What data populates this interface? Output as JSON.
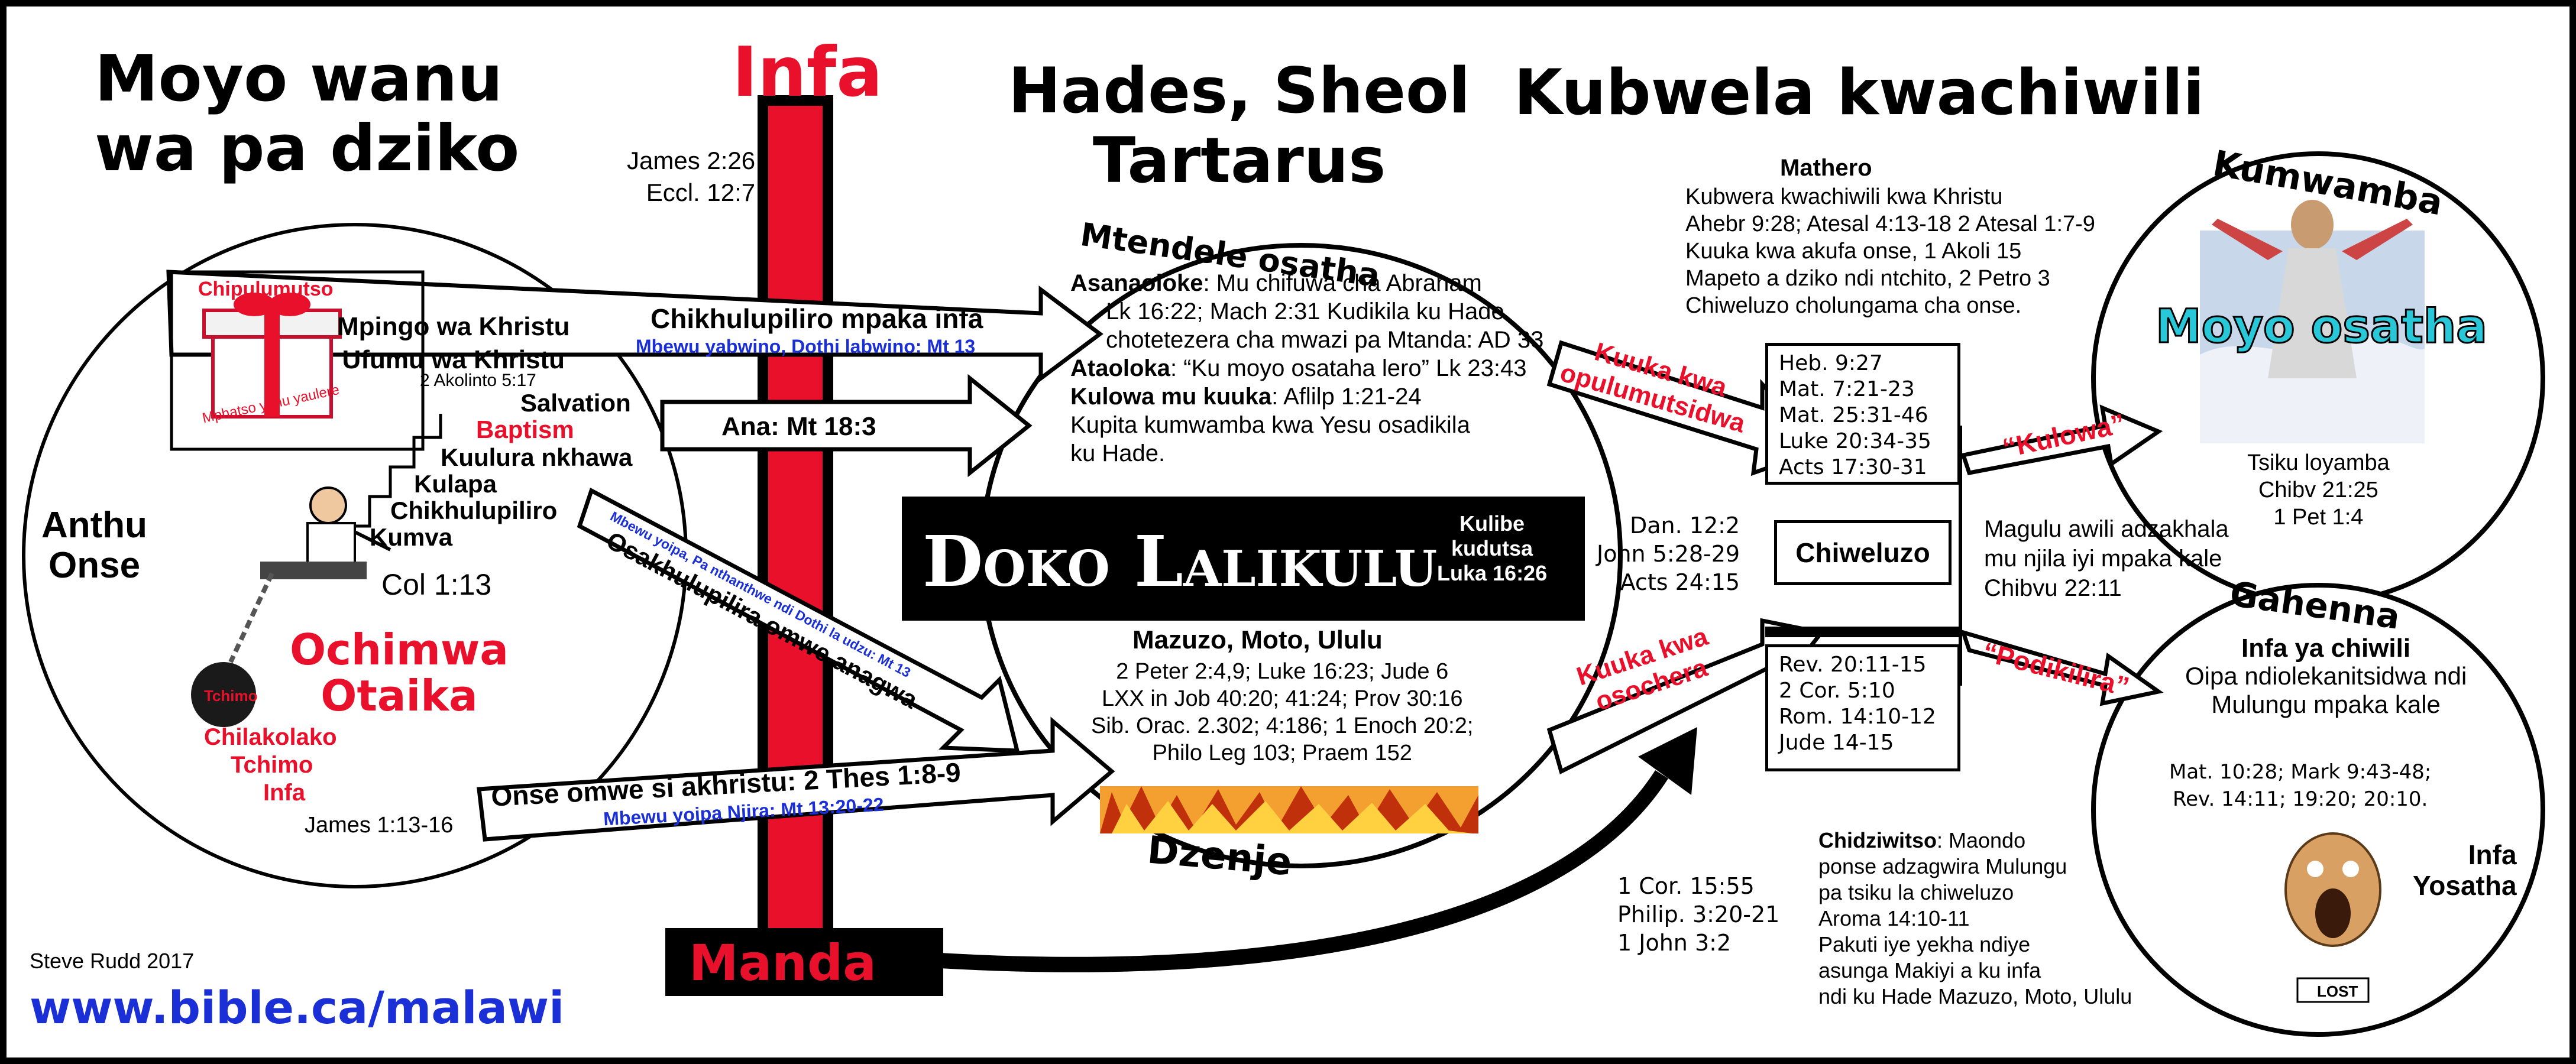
{
  "colors": {
    "red": "#e8102a",
    "blue": "#1a2fd6",
    "black": "#000000",
    "white": "#ffffff",
    "teal": "#28c8d8",
    "fire": "#e0701a"
  },
  "titles": {
    "left": "Moyo wanu\nwa pa dziko",
    "infa": "Infa",
    "hades": "Hades, Sheol\nTartarus",
    "second_coming": "Kubwela kwachiwili"
  },
  "left": {
    "james226": "James 2:26\nEccl. 12:7",
    "anthu_onse": "Anthu\nOnse",
    "gift_label": "Chipulumutso",
    "gift_caption": "Mphatso yanu yaulere",
    "church": "Mpingo wa Khristu\nUfumu wa Khristu",
    "akolinto": "2 Akolinto 5:17",
    "steps": [
      "Salvation",
      "Baptism",
      "Kuulura nkhawa",
      "Kulapa",
      "Chikhulupiliro",
      "Kumva"
    ],
    "col113": "Col 1:13",
    "ochimwa": "Ochimwa\nOtaika",
    "tchimo_ball": "Tchimo",
    "sin_chain": [
      "Chilakolako",
      "Tchimo",
      "Infa"
    ],
    "james113": "James 1:13-16",
    "author": "Steve Rudd 2017",
    "url": "www.bible.ca/malawi",
    "manda": "Manda"
  },
  "arrows": {
    "faithful_title": "Chikhulupiliro mpaka infa",
    "faithful_sub": "Mbewu yabwino, Dothi labwino: Mt 13",
    "ana": "Ana: Mt 18:3",
    "fallen_title": "Osakhulupilira omwe anagwa",
    "fallen_sub": "Mbewu yoipa, Pa nthanthwe ndi Dothi la udzu: Mt 13",
    "unbeliever_title": "Onse omwe si akhristu: 2 Thes 1:8-9",
    "unbeliever_sub": "Mbewu yoipa Njira: Mt 13:20-22"
  },
  "hades": {
    "paradise_title": "Mtendele osatha",
    "paradise_lines": [
      {
        "b": "Asanaoloke",
        "t": ": Mu chifuwa cha Abraham"
      },
      {
        "b": "",
        "t": "Lk 16:22; Mach 2:31 Kudikila ku Hade"
      },
      {
        "b": "",
        "t": "chotetezera cha mwazi pa Mtanda: AD 33"
      },
      {
        "b": "Ataoloka",
        "t": ": “Ku moyo osataha lero” Lk 23:43"
      },
      {
        "b": "Kulowa mu kuuka",
        "t": ": Aflilp 1:21-24"
      },
      {
        "b": "",
        "t": "Kupita kumwamba kwa Yesu osadikila"
      },
      {
        "b": "",
        "t": "ku Hade."
      }
    ],
    "gulf": "Doko Lalikulu",
    "gulf_ref": "Kulibe\nkudutsa\nLuka 16:26",
    "torment_title": "Mazuzo, Moto, Ululu",
    "torment_refs": "2 Peter 2:4,9; Luke 16:23; Jude 6\nLXX in Job 40:20; 41:24; Prov 30:16\nSib. Orac. 2.302; 4:186; 1 Enoch 20:2;\nPhilo Leg 103; Praem 152",
    "tartarus_label": "Dzenje"
  },
  "resurrection": {
    "saved": "Kuuka kwa\nopulumutsidwa",
    "lost": "Kuuka kwa\nosochera",
    "refs_left": "Dan. 12:2\nJohn 5:28-29\nActs 24:15",
    "box_upper": "Heb. 9:27\nMat. 7:21-23\nMat. 25:31-46\nLuke 20:34-35\nActs 17:30-31",
    "judgment": "Chiweluzo",
    "box_lower": "Rev. 20:11-15\n2 Cor. 5:10\nRom. 14:10-12\nJude 14-15",
    "resurrection_refs": "1 Cor. 15:55\nPhilip. 3:20-21\n1 John 3:2"
  },
  "mathero": {
    "title": "Mathero",
    "lines": "Kubwera kwachiwili kwa Khristu\nAhebr 9:28; Atesal 4:13-18 2 Atesal 1:7-9\nKuuka kwa akufa onse, 1 Akoli 15\nMapeto a dziko ndi ntchito, 2 Petro 3\nChiweluzo cholungama cha onse."
  },
  "heaven": {
    "title": "Kumwamba",
    "eternal": "Moyo osatha",
    "enter": "“Kulowa”",
    "refs": "Tsiku loyamba\nChibv 21:25\n1 Pet 1:4",
    "paths": "Magulu awili adzakhala\nmu njila iyi mpaka kale\nChibvu 22:11"
  },
  "hell": {
    "title": "Gahenna",
    "depart": "“Podikilira”",
    "second_death": "Infa ya chiwili",
    "separated": "Oipa ndiolekanitsidwa ndi\nMulungu mpaka kale",
    "refs": "Mat. 10:28; Mark 9:43-48;\nRev. 14:11; 19:20; 20:10.",
    "eternal_death": "Infa\nYosatha",
    "lost_sign": "LOST"
  },
  "warning": {
    "bold": "Chidziwitso",
    "text": ": Maondo\nponse adzagwira Mulungu\npa tsiku la chiweluzo\nAroma 14:10-11\nPakuti iye yekha ndiye\nasunga Makiyi a ku infa\nndi ku Hade Mazuzo, Moto, Ululu"
  }
}
